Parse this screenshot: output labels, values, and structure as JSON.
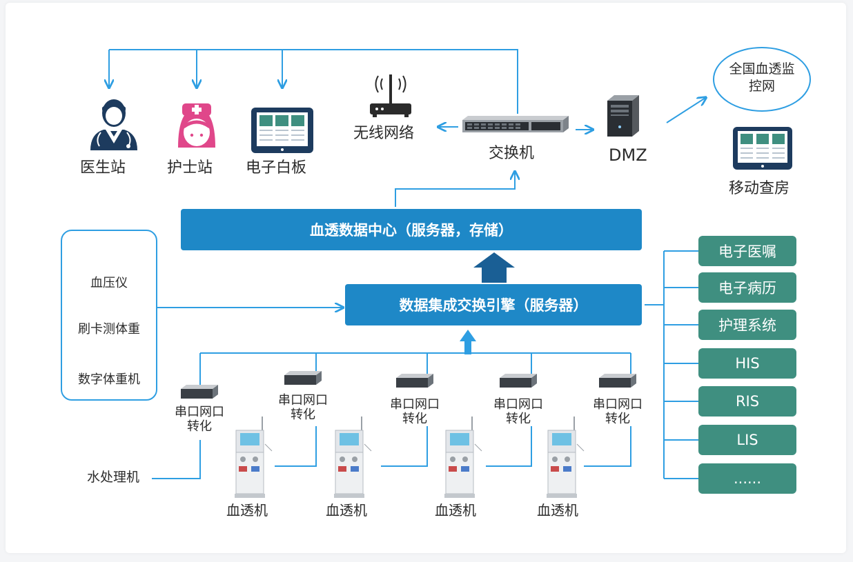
{
  "clients": {
    "doctor_station": "医生站",
    "nurse_station": "护士站",
    "whiteboard": "电子白板"
  },
  "network": {
    "wireless": "无线网络",
    "switch": "交换机",
    "dmz": "DMZ",
    "national_monitor": "全国血透监控网",
    "mobile_rounds": "移动查房"
  },
  "servers": {
    "data_center": "血透数据中心（服务器，存储）",
    "integration_engine": "数据集成交换引擎（服务器）"
  },
  "peripherals": {
    "bp_monitor": "血压仪",
    "card_scale": "刷卡测体重",
    "digital_scale": "数字体重机"
  },
  "converter_label": "串口网口转化",
  "water_treatment": "水处理机",
  "dialysis_machine": "血透机",
  "systems": [
    "电子医嘱",
    "电子病历",
    "护理系统",
    "HIS",
    "RIS",
    "LIS",
    "......"
  ],
  "colors": {
    "line": "#2e9ee2",
    "bar": "#1e88c7",
    "system_box": "#3f8f80",
    "arrow_dark": "#1a5f95",
    "icon_navy": "#1d3b5e",
    "nurse_pink": "#e0478a"
  }
}
